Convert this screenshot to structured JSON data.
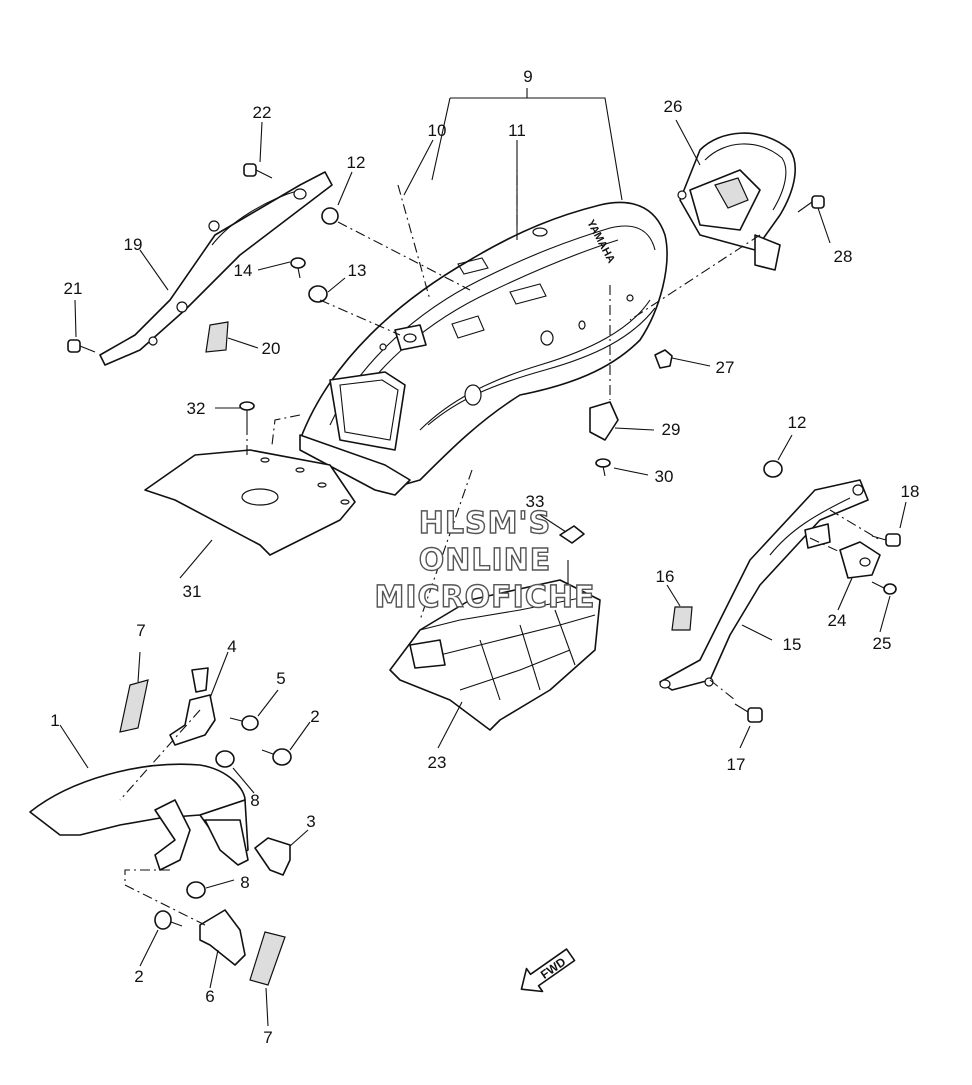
{
  "diagram": {
    "callouts": [
      "1",
      "2",
      "3",
      "4",
      "5",
      "6",
      "7",
      "8",
      "9",
      "10",
      "11",
      "12",
      "13",
      "14",
      "15",
      "16",
      "17",
      "18",
      "19",
      "20",
      "21",
      "22",
      "23",
      "24",
      "25",
      "26",
      "27",
      "28",
      "29",
      "30",
      "31",
      "32",
      "33"
    ],
    "watermark": [
      "HLSM'S",
      "ONLINE",
      "MICROFICHE"
    ],
    "fender_brand": "YAMAHA",
    "direction_marker": "FWD"
  }
}
